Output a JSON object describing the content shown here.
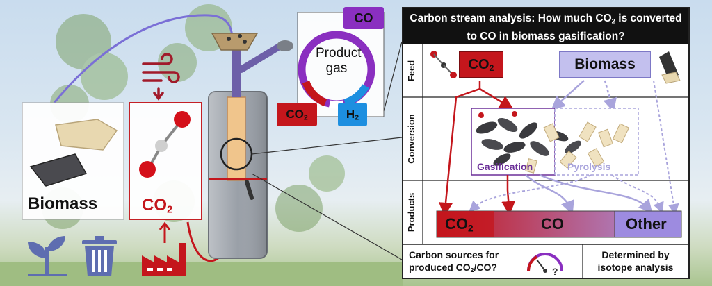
{
  "left": {
    "biomass_label": "Biomass",
    "co2_label": "CO",
    "co2_sub": "2",
    "product_gas_line1": "Product",
    "product_gas_line2": "gas",
    "co_badge": "CO",
    "co2_badge": "CO",
    "co2_badge_sub": "2",
    "h2_badge": "H",
    "h2_badge_sub": "2"
  },
  "panel": {
    "title_part1": "Carbon stream analysis: How much CO",
    "title_sub": "2",
    "title_part2": " is converted to CO in biomass gasification?",
    "row_feed": "Feed",
    "row_conversion": "Conversion",
    "row_products": "Products",
    "feed_co2": "CO",
    "feed_co2_sub": "2",
    "feed_biomass": "Biomass",
    "gasification": "Gasification",
    "pyrolysis": "Pyrolysis",
    "prod_co2": "CO",
    "prod_co2_sub": "2",
    "prod_co": "CO",
    "prod_other": "Other",
    "footer_left_line1": "Carbon sources for",
    "footer_left_line2a": "produced CO",
    "footer_left_line2_sub": "2",
    "footer_left_line2b": "/CO?",
    "footer_right_line1": "Determined by",
    "footer_right_line2": "isotope analysis"
  },
  "colors": {
    "co2_red": "#c4161c",
    "co_purple": "#8a2fc0",
    "h2_blue": "#1d8fe0",
    "biomass_lavender": "#b9b6e8",
    "gasification_purple": "#6b2f98",
    "pyrolysis_lavender": "#a9a4dc"
  },
  "icons": [
    "wind-icon",
    "plant-icon",
    "trash-bin-icon",
    "factory-icon",
    "gauge-icon"
  ]
}
